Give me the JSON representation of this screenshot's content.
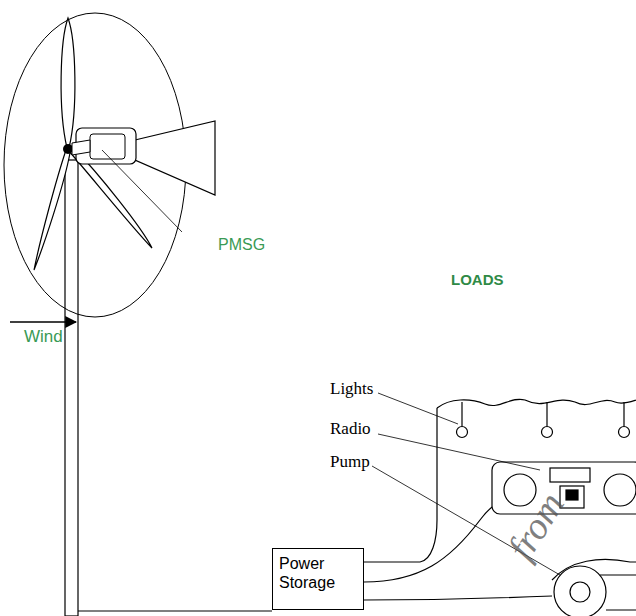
{
  "diagram": {
    "nodes": [
      {
        "text": [
          "Power Storage"
        ]
      }
    ],
    "labels": [
      "PMSG",
      "Wind",
      "LOADS",
      "Lights",
      "Radio",
      "Pump",
      "from"
    ]
  }
}
